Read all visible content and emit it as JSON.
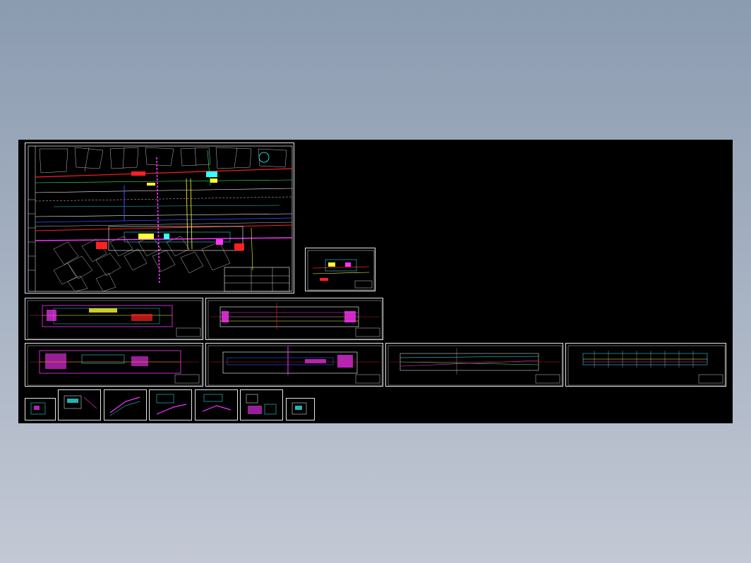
{
  "drawing": {
    "background": "#000000",
    "layer_colors": {
      "red": "#ff2020",
      "magenta": "#ff33ff",
      "cyan": "#33ffff",
      "yellow": "#ffff33",
      "blue": "#3355ff",
      "green": "#33ff66",
      "white": "#ffffff"
    }
  },
  "sheets": [
    {
      "id": "site-plan"
    },
    {
      "id": "thumbnail-detail"
    },
    {
      "id": "station-plan-1"
    },
    {
      "id": "station-plan-2"
    },
    {
      "id": "station-plan-3"
    },
    {
      "id": "station-plan-4"
    },
    {
      "id": "station-plan-5"
    },
    {
      "id": "station-plan-6"
    },
    {
      "id": "detail-1"
    },
    {
      "id": "detail-2"
    },
    {
      "id": "detail-3"
    },
    {
      "id": "detail-4"
    },
    {
      "id": "detail-5"
    },
    {
      "id": "detail-6"
    },
    {
      "id": "detail-7"
    }
  ]
}
